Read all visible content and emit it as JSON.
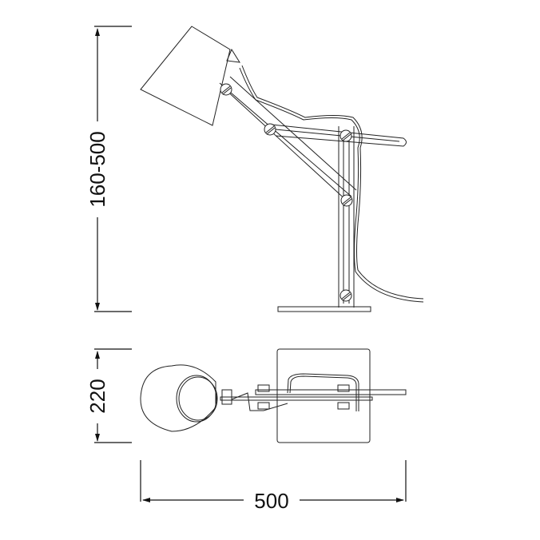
{
  "drawing": {
    "subject": "Adjustable desk lamp technical drawing",
    "views": [
      "side view",
      "top view"
    ],
    "dimensions": {
      "height": "160-500",
      "depth": "220",
      "width": "500"
    },
    "colors": {
      "line": "#1a1a1a",
      "background": "#ffffff"
    }
  }
}
